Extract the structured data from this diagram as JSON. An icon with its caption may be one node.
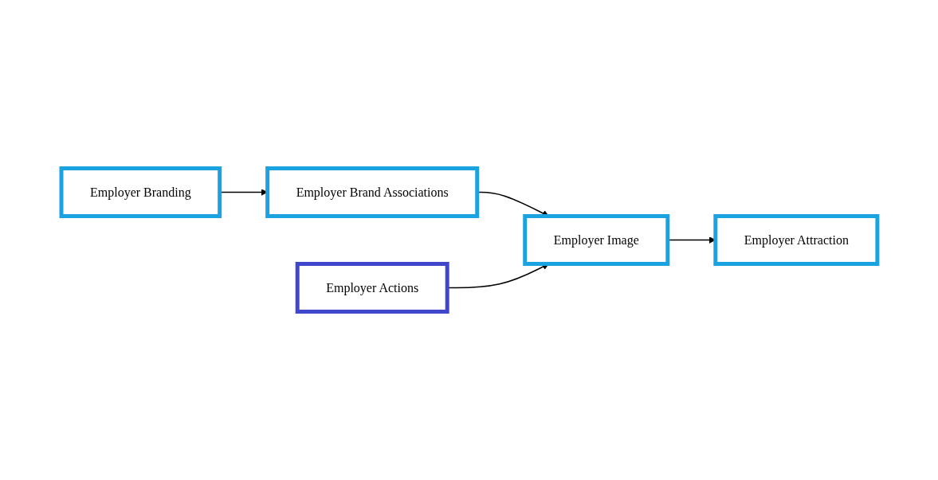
{
  "diagram": {
    "nodes": [
      {
        "text": [
          "Employer Branding"
        ]
      },
      {
        "text": [
          "Employer Brand Associations"
        ]
      },
      {
        "text": [
          "Employer Actions"
        ]
      },
      {
        "text": [
          "Employer Image"
        ]
      },
      {
        "text": [
          "Employer Attraction"
        ]
      }
    ],
    "edges": [
      {
        "from": 0,
        "to": 1,
        "arrow": "to"
      },
      {
        "from": 1,
        "to": 3,
        "arrow": "to"
      },
      {
        "from": 2,
        "to": 3,
        "arrow": "to"
      },
      {
        "from": 3,
        "to": 4,
        "arrow": "to"
      }
    ]
  }
}
